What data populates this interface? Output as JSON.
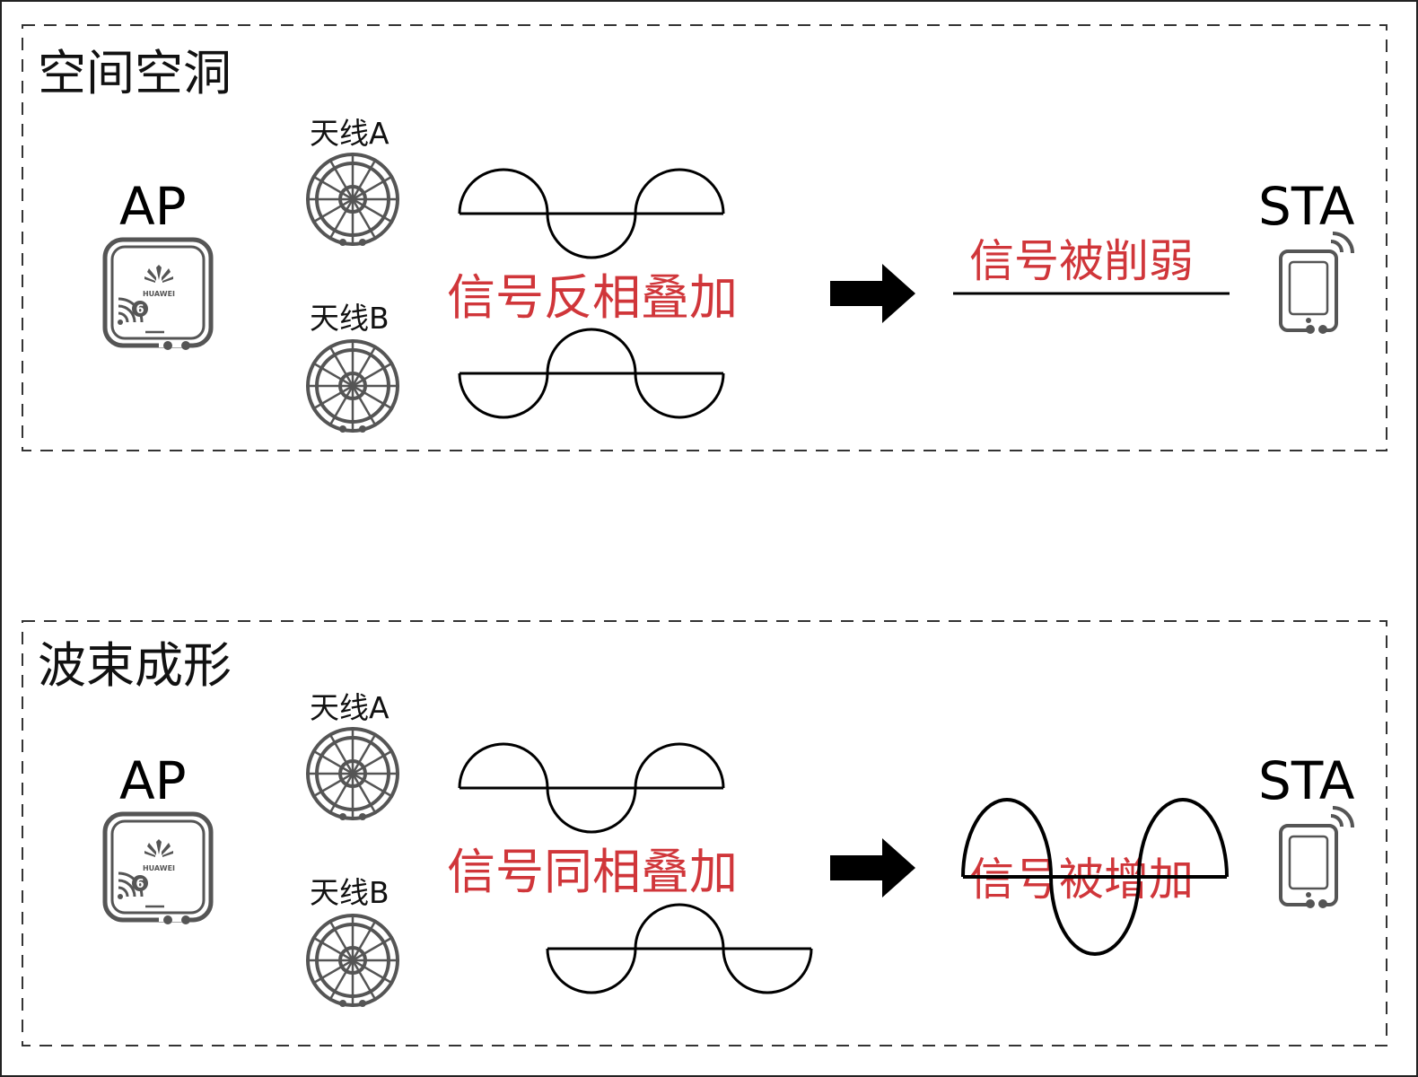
{
  "colors": {
    "highlight": "#d0363a",
    "icon": "#555555",
    "line": "#000000"
  },
  "panels": [
    {
      "title": "空间空洞",
      "ap_label": "AP",
      "ap_brand": "HUAWEI",
      "ap_badge": "6",
      "antenna_a": "天线A",
      "antenna_b": "天线B",
      "combine_text": "信号反相叠加",
      "result_text": "信号被削弱",
      "sta_label": "STA"
    },
    {
      "title": "波束成形",
      "ap_label": "AP",
      "ap_brand": "HUAWEI",
      "ap_badge": "6",
      "antenna_a": "天线A",
      "antenna_b": "天线B",
      "combine_text": "信号同相叠加",
      "result_text": "信号被增加",
      "sta_label": "STA"
    }
  ]
}
